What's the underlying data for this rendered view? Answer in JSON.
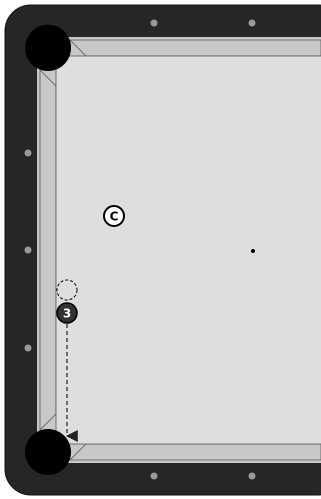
{
  "table": {
    "rail_color": "#262626",
    "cushion_color": "#c8c8c8",
    "cloth_color": "#dedede",
    "pocket_color": "#000000",
    "diamond_color": "#9a9a9a"
  },
  "cue_ball": {
    "label": "C",
    "fill": "#ffffff"
  },
  "object_ball": {
    "label": "3",
    "fill": "#333333",
    "text_color": "#ffffff"
  },
  "ghost_ball": {
    "style": "dashed-outline"
  },
  "path": {
    "style": "dashed-arrow",
    "direction": "down-rail-to-corner-pocket"
  }
}
